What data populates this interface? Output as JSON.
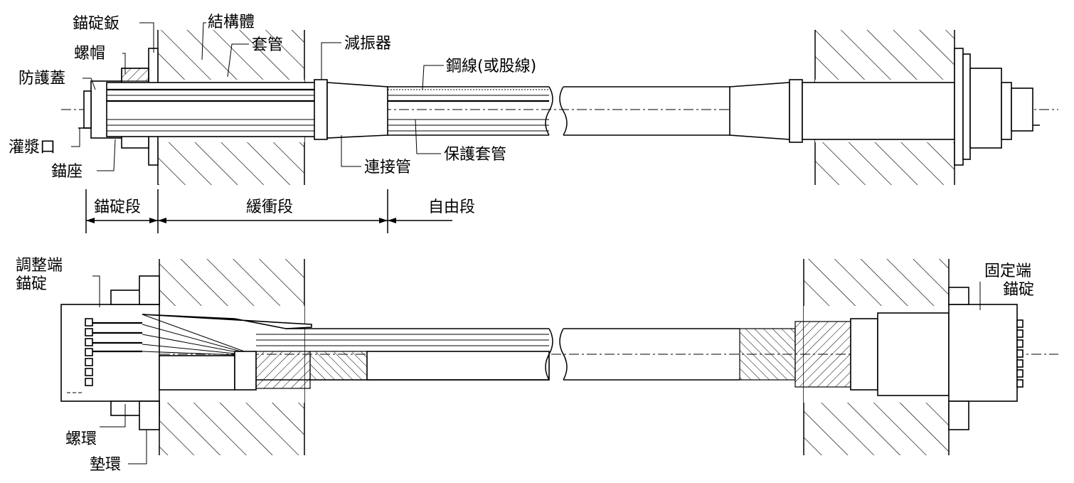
{
  "labels": {
    "anchor_plate": "錨碇鈑",
    "structure": "結構體",
    "nut": "螺帽",
    "sleeve": "套管",
    "damper": "減振器",
    "protective_cover": "防護蓋",
    "steel_wire": "鋼線(或股線)",
    "grout_port": "灌漿口",
    "protective_sleeve": "保護套管",
    "anchor_seat": "錨座",
    "connecting_pipe": "連接管",
    "anchorage_section": "錨碇段",
    "buffer_section": "緩衝段",
    "free_section": "自由段",
    "adjustable_end_line1": "調整端",
    "adjustable_end_line2": "錨碇",
    "fixed_end_line1": "固定端",
    "fixed_end_line2": "錨碇",
    "ring_nut": "螺環",
    "washer_ring": "墊環"
  }
}
